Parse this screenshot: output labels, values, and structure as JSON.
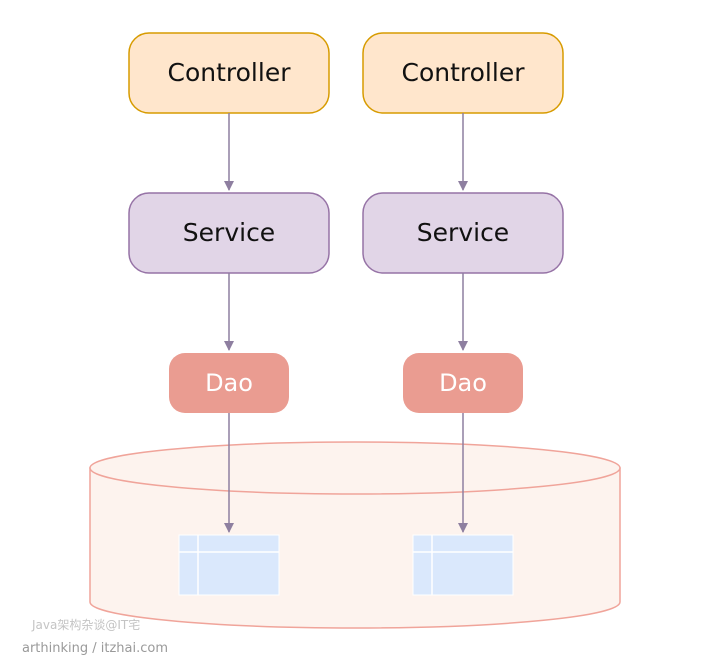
{
  "columns": [
    {
      "controller_label": "Controller",
      "service_label": "Service",
      "dao_label": "Dao"
    },
    {
      "controller_label": "Controller",
      "service_label": "Service",
      "dao_label": "Dao"
    }
  ],
  "watermark": {
    "line1": "Java架构杂谈@IT宅",
    "line2": "arthinking / itzhai.com"
  },
  "colors": {
    "controller_fill": "#ffe6cc",
    "controller_stroke": "#d79b00",
    "service_fill": "#e1d5e7",
    "service_stroke": "#9673a6",
    "dao_fill": "#ea9c91",
    "database_fill": "#fdf3ee",
    "database_stroke": "#f0a49a",
    "table_fill": "#dae8fc",
    "arrow": "#8e7fa0"
  }
}
